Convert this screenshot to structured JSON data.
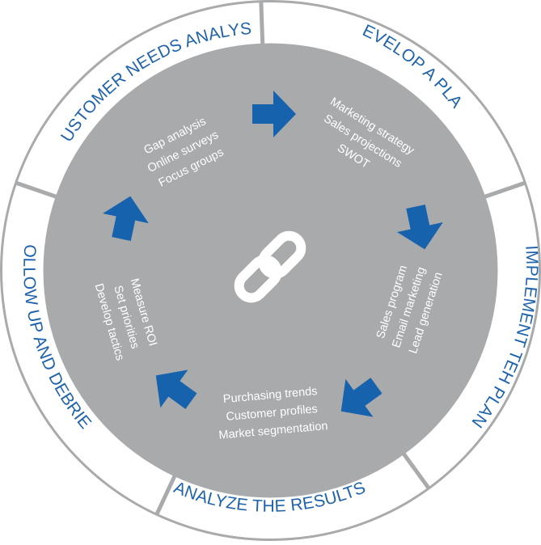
{
  "colors": {
    "ring_fill": "#ffffff",
    "ring_border": "#a8aaac",
    "divider": "#a8aaac",
    "disc": "#a8aaac",
    "arrow": "#1762ad",
    "label": "#1f63ad",
    "inner_text": "#ffffff",
    "link_icon": "#ffffff"
  },
  "center_icon": "chain-link-icon",
  "segments": [
    {
      "label": "CUSTOMER NEEDS ANALYSIS"
    },
    {
      "label": "DEVELOP A PLAN"
    },
    {
      "label": "IMPLEMENT TEH PLAN"
    },
    {
      "label": "ANALYZE THE RESULTS"
    },
    {
      "label": "FOLLOW UP AND DEBRIEF"
    }
  ],
  "inner_groups": [
    {
      "lines": [
        "Gap analysis",
        "Online surveys",
        "Focus groups"
      ]
    },
    {
      "lines": [
        "Marketing strategy",
        "Sales projections",
        "SWOT"
      ]
    },
    {
      "lines": [
        "Sales program",
        "Email marketing",
        "Lead generation"
      ]
    },
    {
      "lines": [
        "Purchasing trends",
        "Customer profiles",
        "Market segmentation"
      ]
    },
    {
      "lines": [
        "Measure ROI",
        "Set priorities",
        "Develop tactics"
      ]
    }
  ],
  "arrows": [
    {
      "icon": "arrow-right-icon"
    },
    {
      "icon": "arrow-down-right-icon"
    },
    {
      "icon": "arrow-down-left-icon"
    },
    {
      "icon": "arrow-left-icon"
    },
    {
      "icon": "arrow-up-icon"
    }
  ]
}
